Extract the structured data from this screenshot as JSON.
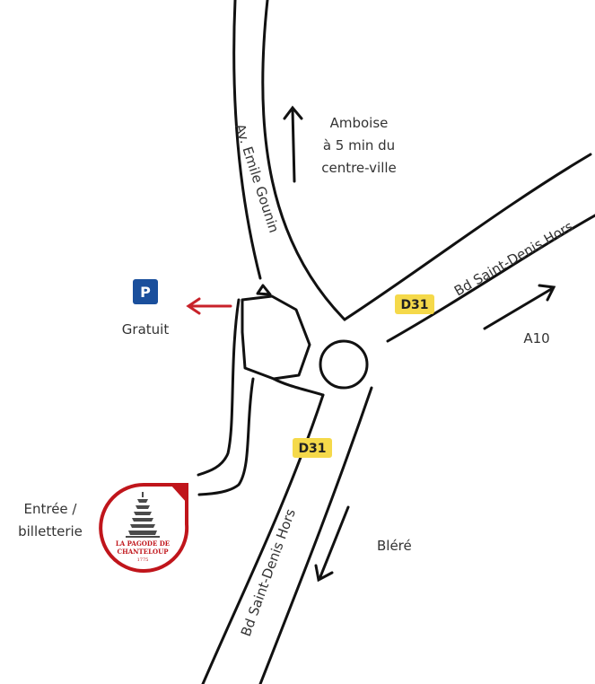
{
  "roads": {
    "avenue": "Av. Emile Gounin",
    "bd_north": "Bd Saint-Denis Hors",
    "bd_south": "Bd Saint-Denis Hors",
    "route_north": "D31",
    "route_south": "D31"
  },
  "directions": {
    "amboise": [
      "Amboise",
      "à 5 min du",
      "centre-ville"
    ],
    "a10": "A10",
    "blere": "Bléré"
  },
  "parking": {
    "symbol": "P",
    "label": "Gratuit"
  },
  "entrance": {
    "label": [
      "Entrée /",
      "billetterie"
    ]
  },
  "logo": {
    "line1": "LA PAGODE DE",
    "line2": "CHANTELOUP",
    "year": "1775"
  },
  "colors": {
    "road_stroke": "#111111",
    "parking_blue": "#1a4f9c",
    "arrow_red": "#c8222a",
    "badge_yellow": "#f5d94a",
    "logo_red": "#c0151b"
  }
}
